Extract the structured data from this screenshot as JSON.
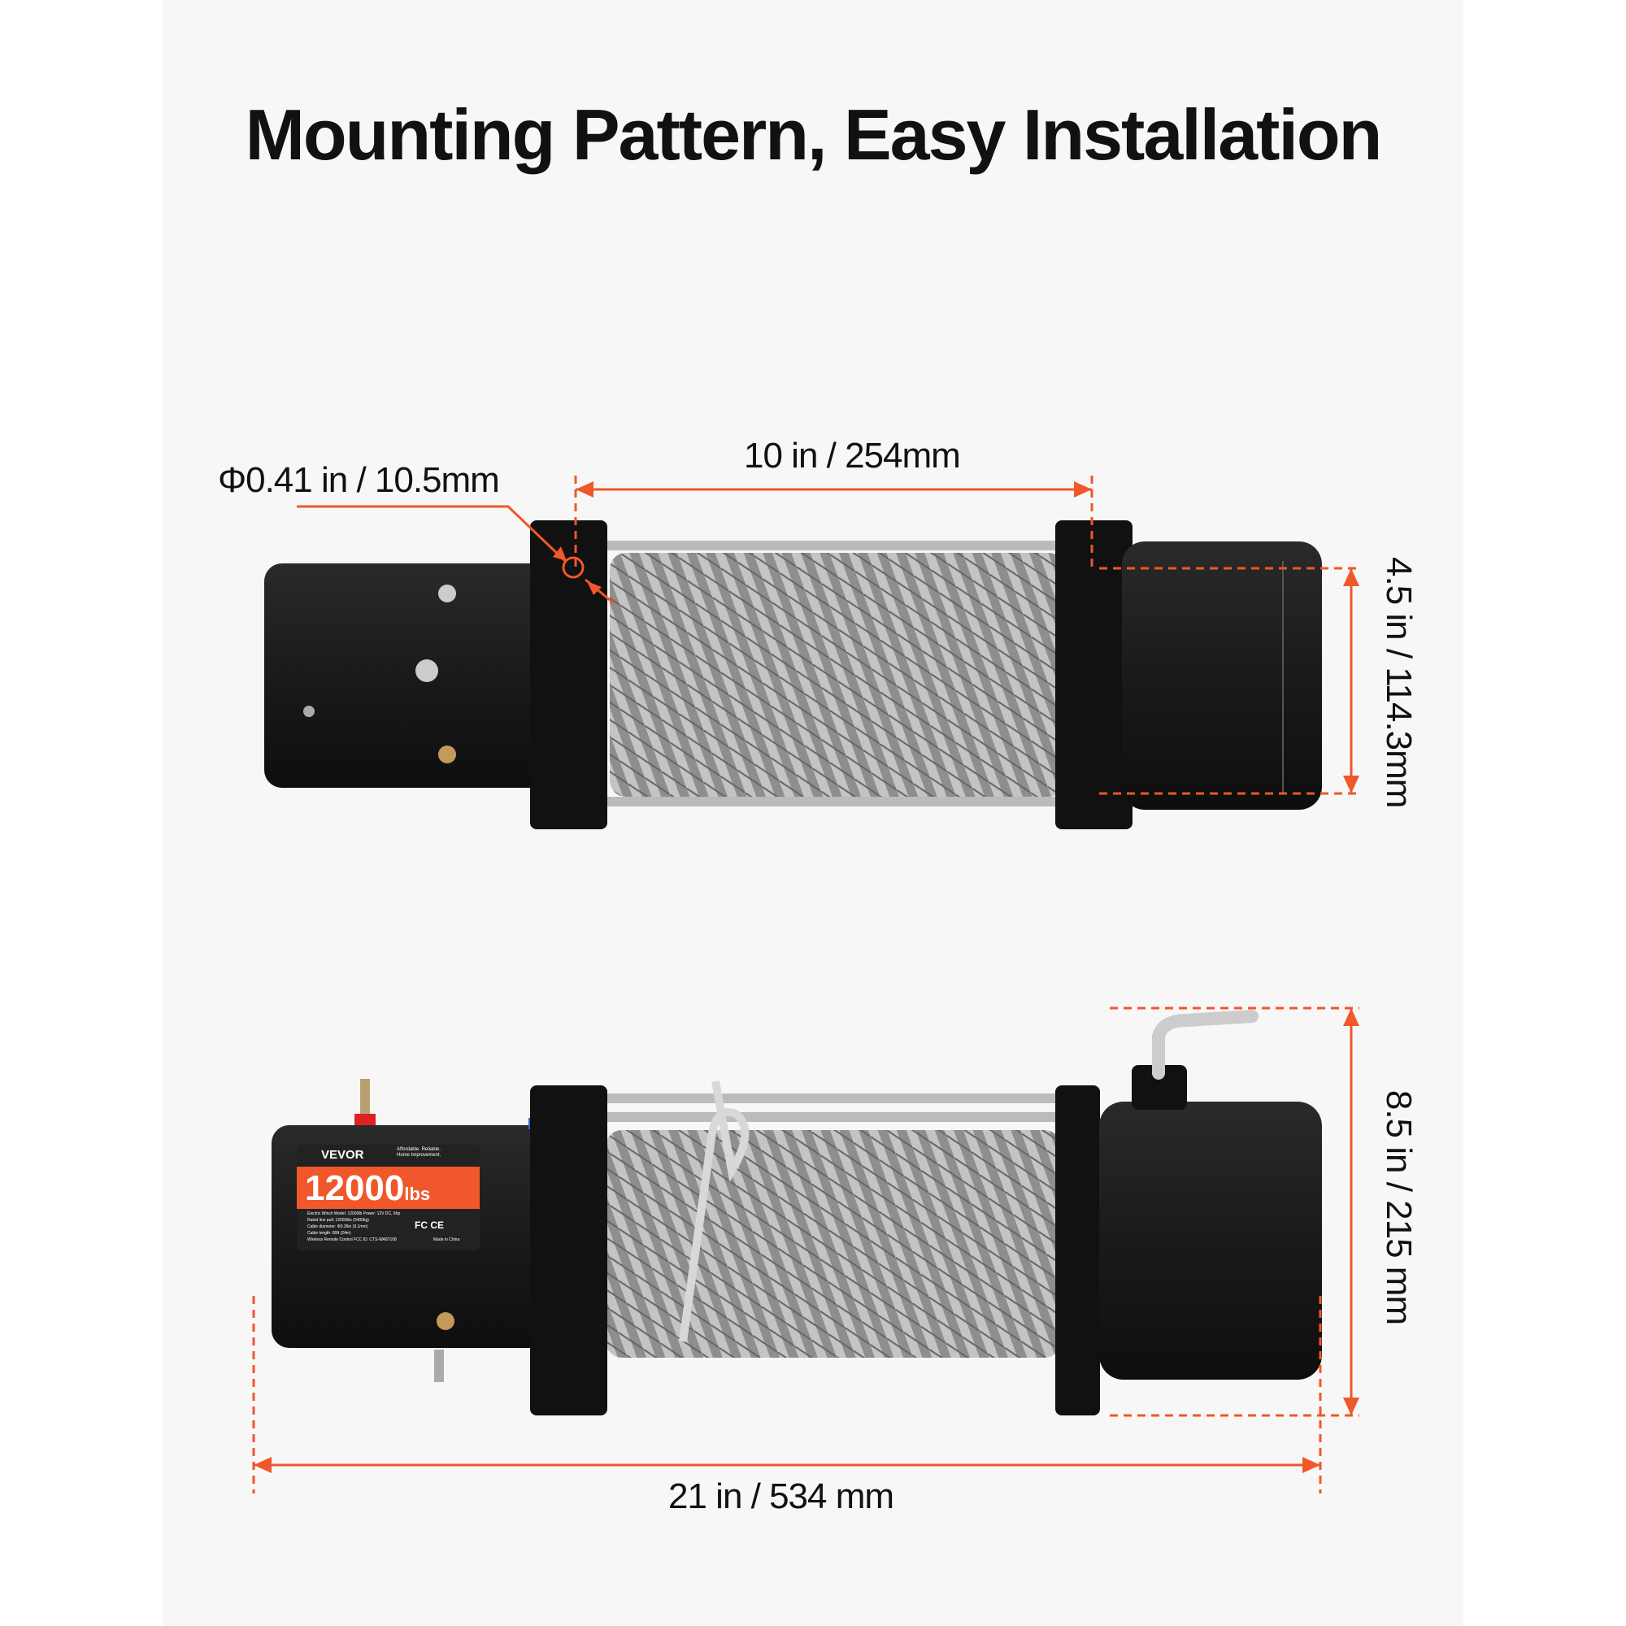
{
  "title": "Mounting Pattern, Easy  Installation",
  "dimensions": {
    "hole_diameter": "Φ0.41 in / 10.5mm",
    "mount_length": "10 in / 254mm",
    "mount_width": "4.5 in / 114.3mm",
    "height": "8.5 in / 215 mm",
    "total_length": "21 in / 534 mm"
  },
  "label": {
    "brand": "VEVOR",
    "slogan_1": "Affordable. Reliable.",
    "slogan_2": "Home Improvement.",
    "capacity": "12000",
    "unit": "lbs",
    "spec_1": "Electric Winch   Model: 12000lb   Power: 12V DC, 6hp",
    "spec_2": "Rated line pull: 12000lbs (5400kg)",
    "spec_3": "Cable diameter: Φ0.36in (9.1mm)",
    "spec_4": "Cable length: 80ft (24m)",
    "spec_5": "Wireless Remote Control FCC ID: CTS-WA87108",
    "certs": "FC CE",
    "origin": "Made in China"
  },
  "colors": {
    "accent": "#f0572a",
    "body": "#1c1c1c",
    "cable": "#9a9a9a"
  }
}
